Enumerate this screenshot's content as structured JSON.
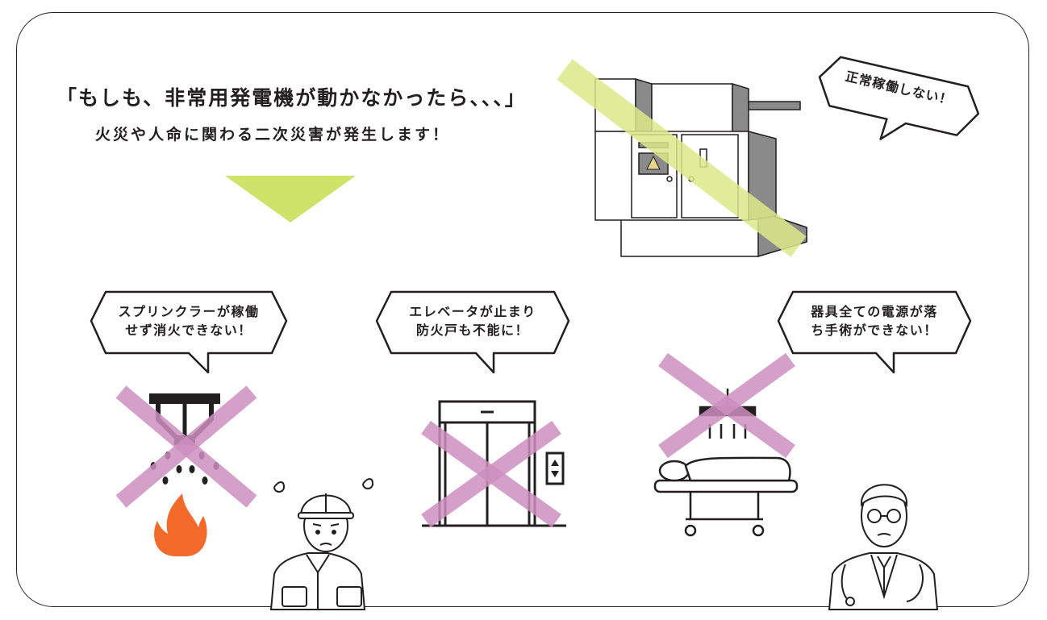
{
  "headline": "「もしも、非常用発電機が動かなかったら、、、」",
  "subheadline": "火災や人命に関わる二次災害が発生します！",
  "generator_bubble": "正常稼働しない！",
  "scenarios": [
    {
      "line1": "スプリンクラーが稼働",
      "line2": "せず消火できない！"
    },
    {
      "line1": "エレベータが止まり",
      "line2": "防火戸も不能に！"
    },
    {
      "line1": "器具全ての電源が落",
      "line2": "ち手術ができない！"
    }
  ],
  "colors": {
    "ink": "#231f20",
    "arrow_green": "#cfe26a",
    "slash_green": "#dce98a",
    "cross_pink": "#cc8ec0",
    "flame": "#f36a2b",
    "generator_shade": "#8a8a8a"
  },
  "icons": [
    "generator-icon",
    "sprinkler-icon",
    "flame-icon",
    "worker-icon",
    "elevator-icon",
    "surgical-lamp-icon",
    "operating-table-icon",
    "doctor-icon"
  ]
}
